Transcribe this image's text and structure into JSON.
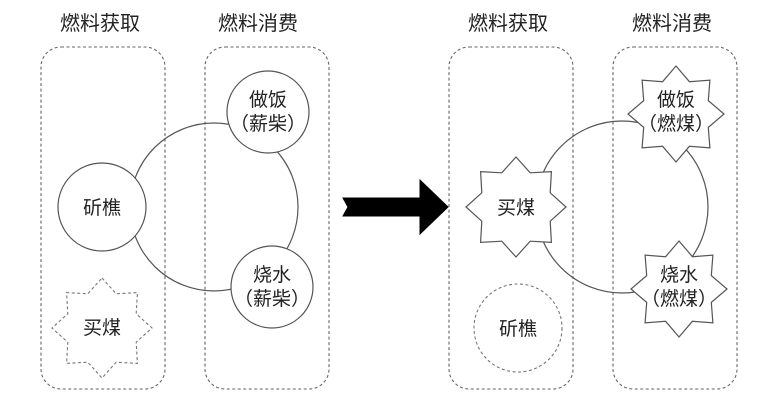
{
  "left": {
    "acquire_title": "燃料获取",
    "consume_title": "燃料消费",
    "node_chop": "斫樵",
    "node_cook_1": "做饭",
    "node_cook_2": "（薪柴）",
    "node_boil_1": "烧水",
    "node_boil_2": "（薪柴）",
    "node_buy": "买煤"
  },
  "right": {
    "acquire_title": "燃料获取",
    "consume_title": "燃料消费",
    "node_buy": "买煤",
    "node_chop": "斫樵",
    "node_cook_1": "做饭",
    "node_cook_2": "（燃煤）",
    "node_boil_1": "烧水",
    "node_boil_2": "（燃煤）"
  },
  "arrow": "right-arrow"
}
